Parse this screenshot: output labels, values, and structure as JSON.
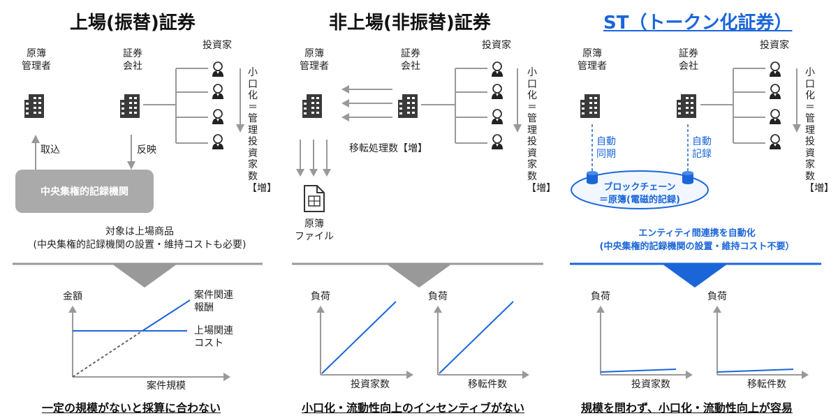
{
  "colors": {
    "accent_blue": "#1a66d9",
    "gray": "#999999",
    "box_gray": "#aaaaaa"
  },
  "panels": [
    {
      "title": "上場(振替)証券",
      "registry_admin": [
        "原簿",
        "管理者"
      ],
      "securities_company": [
        "証券",
        "会社"
      ],
      "investors_label": "投資家",
      "vertical_note": "小口化＝管理投資家数",
      "vertical_increase": "【増】",
      "intake_label": "取込",
      "reflect_label": "反映",
      "central_box": "中央集権的記録機関",
      "note_line1": "対象は上場商品",
      "note_line2": "(中央集権的記録機関の設置・維持コストも必要)",
      "chart": {
        "ylabel": "金額",
        "xlabel": "案件規模",
        "line_reward": [
          "案件関連",
          "報酬"
        ],
        "line_cost": [
          "上場関連",
          "コスト"
        ]
      },
      "conclusion": "一定の規模がないと採算に合わない"
    },
    {
      "title": "非上場(非振替)証券",
      "registry_admin": [
        "原簿",
        "管理者"
      ],
      "securities_company": [
        "証券",
        "会社"
      ],
      "investors_label": "投資家",
      "vertical_note": "小口化＝管理投資家数",
      "vertical_increase": "【増】",
      "transfer_label": "移転処理数【増】",
      "file_label": [
        "原簿",
        "ファイル"
      ],
      "chart1": {
        "ylabel": "負荷",
        "xlabel": "投資家数"
      },
      "chart2": {
        "ylabel": "負荷",
        "xlabel": "移転件数"
      },
      "conclusion": "小口化・流動性向上のインセンティブがない"
    },
    {
      "title": "ST（トークン化証券）",
      "registry_admin": [
        "原簿",
        "管理者"
      ],
      "securities_company": [
        "証券",
        "会社"
      ],
      "investors_label": "投資家",
      "vertical_note": "小口化＝管理投資家数",
      "vertical_increase": "【増】",
      "auto_sync": [
        "自動",
        "同期"
      ],
      "auto_record": [
        "自動",
        "記録"
      ],
      "blockchain_line1": "ブロックチェーン",
      "blockchain_line2": "＝原簿(電磁的記録)",
      "note_line1": "エンティティ間連携を自動化",
      "note_line2": "(中央集権的記録機関の設置・維持コスト不要）",
      "chart1": {
        "ylabel": "負荷",
        "xlabel": "投資家数"
      },
      "chart2": {
        "ylabel": "負荷",
        "xlabel": "移転件数"
      },
      "conclusion": "規模を問わず、小口化・流動性向上が容易"
    }
  ]
}
